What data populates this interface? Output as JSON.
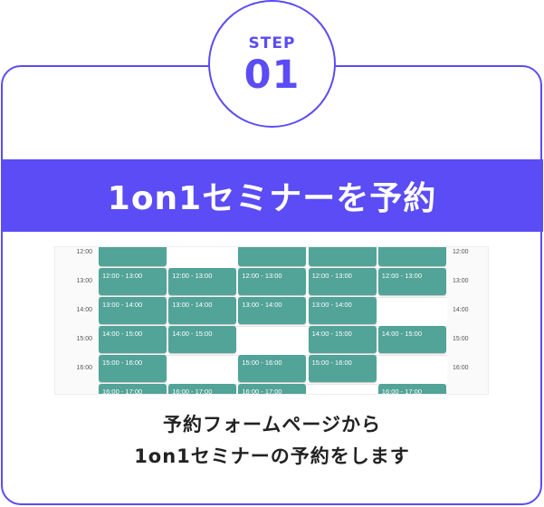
{
  "step": {
    "label": "STEP",
    "number": "01"
  },
  "banner": {
    "title": "1on1セミナーを予約"
  },
  "calendar": {
    "hours": [
      "12:00",
      "13:00",
      "14:00",
      "15:00",
      "16:00"
    ],
    "days": [
      {
        "slots": [
          "",
          "12:00 - 13:00",
          "13:00 - 14:00",
          "14:00 - 15:00",
          "15:00 - 16:00",
          "16:00 - 17:00"
        ]
      },
      {
        "slots": [
          null,
          "12:00 - 13:00",
          "13:00 - 14:00",
          "14:00 - 15:00",
          null,
          "16:00 - 17:00"
        ]
      },
      {
        "slots": [
          "",
          "12:00 - 13:00",
          "13:00 - 14:00",
          null,
          "15:00 - 16:00",
          "16:00 - 17:00"
        ]
      },
      {
        "slots": [
          "",
          "12:00 - 13:00",
          "13:00 - 14:00",
          "14:00 - 15:00",
          "15:00 - 16:00",
          null
        ]
      },
      {
        "slots": [
          "",
          "12:00 - 13:00",
          null,
          "14:00 - 15:00",
          null,
          "16:00 - 17:00"
        ]
      }
    ]
  },
  "description": {
    "line1": "予約フォームページから",
    "line2": "1on1セミナーの予約をします"
  },
  "colors": {
    "accent": "#5b4cf5",
    "slot": "#52a398"
  }
}
